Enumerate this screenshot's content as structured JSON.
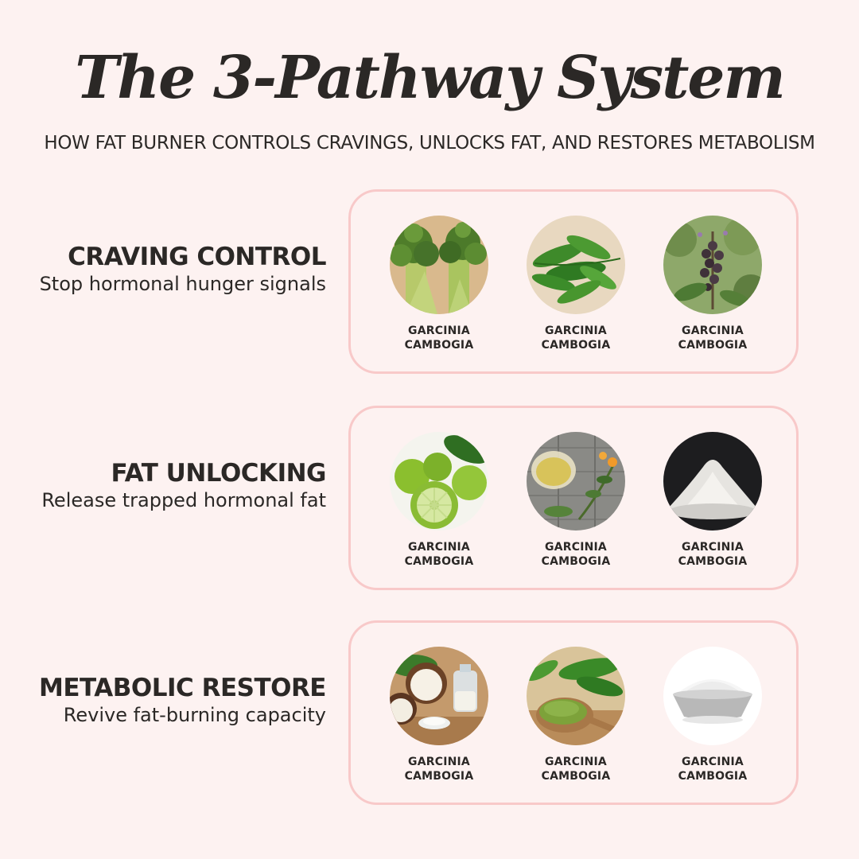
{
  "title": "The 3-Pathway System",
  "subtitle": "HOW FAT BURNER CONTROLS CRAVINGS, UNLOCKS FAT, AND RESTORES METABOLISM",
  "pathways": [
    {
      "heading": "CRAVING CONTROL",
      "description": "Stop hormonal hunger signals",
      "ingredients": [
        {
          "name": "GARCINIA CAMBOGIA",
          "image": "broccoli-image"
        },
        {
          "name": "GARCINIA CAMBOGIA",
          "image": "green-tea-leaves-image"
        },
        {
          "name": "GARCINIA CAMBOGIA",
          "image": "herb-seeds-image"
        }
      ]
    },
    {
      "heading": "FAT UNLOCKING",
      "description": "Release trapped hormonal fat",
      "ingredients": [
        {
          "name": "GARCINIA CAMBOGIA",
          "image": "garcinia-fruit-image"
        },
        {
          "name": "GARCINIA CAMBOGIA",
          "image": "herbal-tea-image"
        },
        {
          "name": "GARCINIA CAMBOGIA",
          "image": "white-powder-dark-image"
        }
      ]
    },
    {
      "heading": "METABOLIC RESTORE",
      "description": "Revive fat-burning capacity",
      "ingredients": [
        {
          "name": "GARCINIA CAMBOGIA",
          "image": "coconut-oil-image"
        },
        {
          "name": "GARCINIA CAMBOGIA",
          "image": "green-powder-image"
        },
        {
          "name": "GARCINIA CAMBOGIA",
          "image": "white-powder-bowl-image"
        }
      ]
    }
  ],
  "colors": {
    "background": "#fdf2f1",
    "text": "#2b2826",
    "card_border": "#f8c9c9"
  }
}
